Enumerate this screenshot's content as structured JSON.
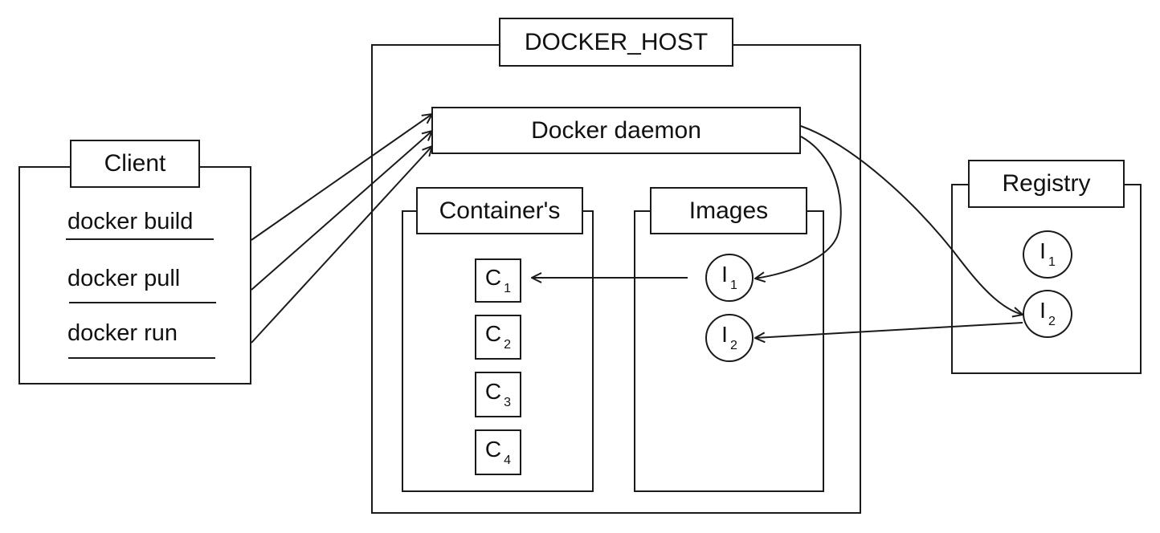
{
  "client": {
    "title": "Client",
    "commands": [
      "docker build",
      "docker pull",
      "docker run"
    ]
  },
  "docker_host": {
    "title": "DOCKER_HOST",
    "daemon": "Docker daemon",
    "containers": {
      "title": "Container's",
      "items": [
        {
          "letter": "C",
          "sub": "1"
        },
        {
          "letter": "C",
          "sub": "2"
        },
        {
          "letter": "C",
          "sub": "3"
        },
        {
          "letter": "C",
          "sub": "4"
        }
      ]
    },
    "images": {
      "title": "Images",
      "items": [
        {
          "letter": "I",
          "sub": "1"
        },
        {
          "letter": "I",
          "sub": "2"
        }
      ]
    }
  },
  "registry": {
    "title": "Registry",
    "items": [
      {
        "letter": "I",
        "sub": "1"
      },
      {
        "letter": "I",
        "sub": "2"
      }
    ]
  },
  "colors": {
    "stroke": "#1a1a1a",
    "background": "#ffffff"
  }
}
